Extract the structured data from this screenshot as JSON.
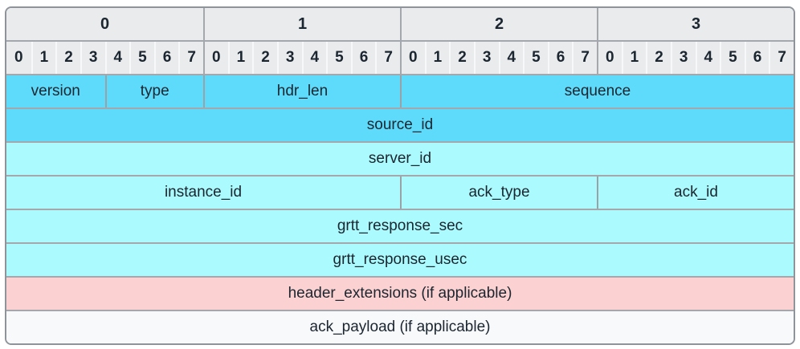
{
  "diagram": {
    "title": "packet-header-field-layout",
    "byte_headers": [
      "0",
      "1",
      "2",
      "3"
    ],
    "bit_headers": [
      "0",
      "1",
      "2",
      "3",
      "4",
      "5",
      "6",
      "7"
    ],
    "rows": [
      {
        "style": "dark-cyan",
        "cells": [
          {
            "label": "version",
            "bits": 4
          },
          {
            "label": "type",
            "bits": 4
          },
          {
            "label": "hdr_len",
            "bits": 8
          },
          {
            "label": "sequence",
            "bits": 16
          }
        ]
      },
      {
        "style": "dark-cyan",
        "cells": [
          {
            "label": "source_id",
            "bits": 32
          }
        ]
      },
      {
        "style": "light-cyan",
        "cells": [
          {
            "label": "server_id",
            "bits": 32
          }
        ]
      },
      {
        "style": "light-cyan",
        "cells": [
          {
            "label": "instance_id",
            "bits": 16
          },
          {
            "label": "ack_type",
            "bits": 8
          },
          {
            "label": "ack_id",
            "bits": 8
          }
        ]
      },
      {
        "style": "light-cyan",
        "cells": [
          {
            "label": "grtt_response_sec",
            "bits": 32
          }
        ]
      },
      {
        "style": "light-cyan",
        "cells": [
          {
            "label": "grtt_response_usec",
            "bits": 32
          }
        ]
      },
      {
        "style": "pink",
        "cells": [
          {
            "label": "header_extensions (if applicable)",
            "bits": 32
          }
        ]
      },
      {
        "style": "white",
        "cells": [
          {
            "label": "ack_payload (if applicable)",
            "bits": 32
          }
        ]
      }
    ],
    "colors": {
      "dark_cyan": "#5edafa",
      "light_cyan": "#abfafd",
      "pink": "#fcd1d1",
      "white_row": "#f8f9fb",
      "header_bg": "#eaebed",
      "grid_line": "#a4a8ad",
      "bit_separator": "#f7f8f9",
      "outer_border": "#8f949a",
      "text": "#1b2630"
    }
  }
}
